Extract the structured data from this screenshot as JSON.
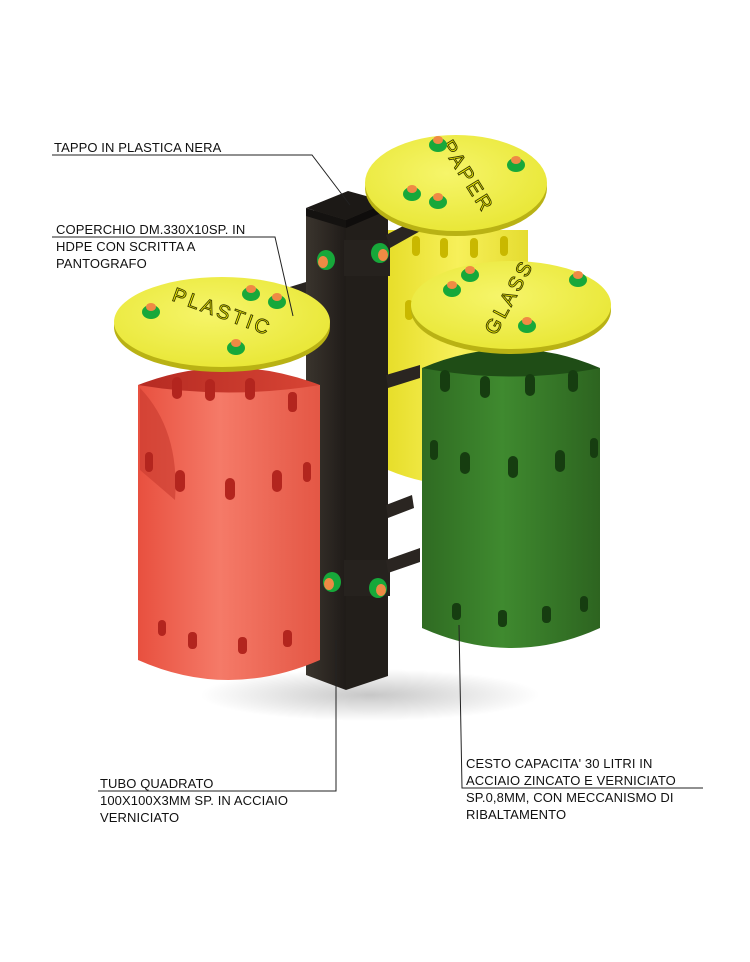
{
  "labels": {
    "cap": "TAPPO IN PLASTICA NERA",
    "lid": [
      "COPERCHIO DM.330X10SP. IN",
      "HDPE CON SCRITTA A",
      "PANTOGRAFO"
    ],
    "tube": [
      "TUBO QUADRATO",
      "100X100X3MM SP. IN ACCIAIO",
      "VERNICIATO"
    ],
    "basket": [
      "CESTO CAPACITA' 30 LITRI IN",
      "ACCIAIO ZINCATO E VERNICIATO",
      "SP.0,8MM, CON MECCANISMO DI",
      "RIBALTAMENTO"
    ]
  },
  "lid_words": {
    "plastic": "PLASTIC",
    "paper": "PAPER",
    "glass": "GLASS"
  },
  "colors": {
    "red_bin": "#f06656",
    "yellow_bin": "#f2ea3a",
    "green_bin": "#3a7d2a",
    "lid": "#f0f040",
    "post": "#2f2a25",
    "knob_green": "#17a83a",
    "knob_orange": "#ef8a44"
  }
}
